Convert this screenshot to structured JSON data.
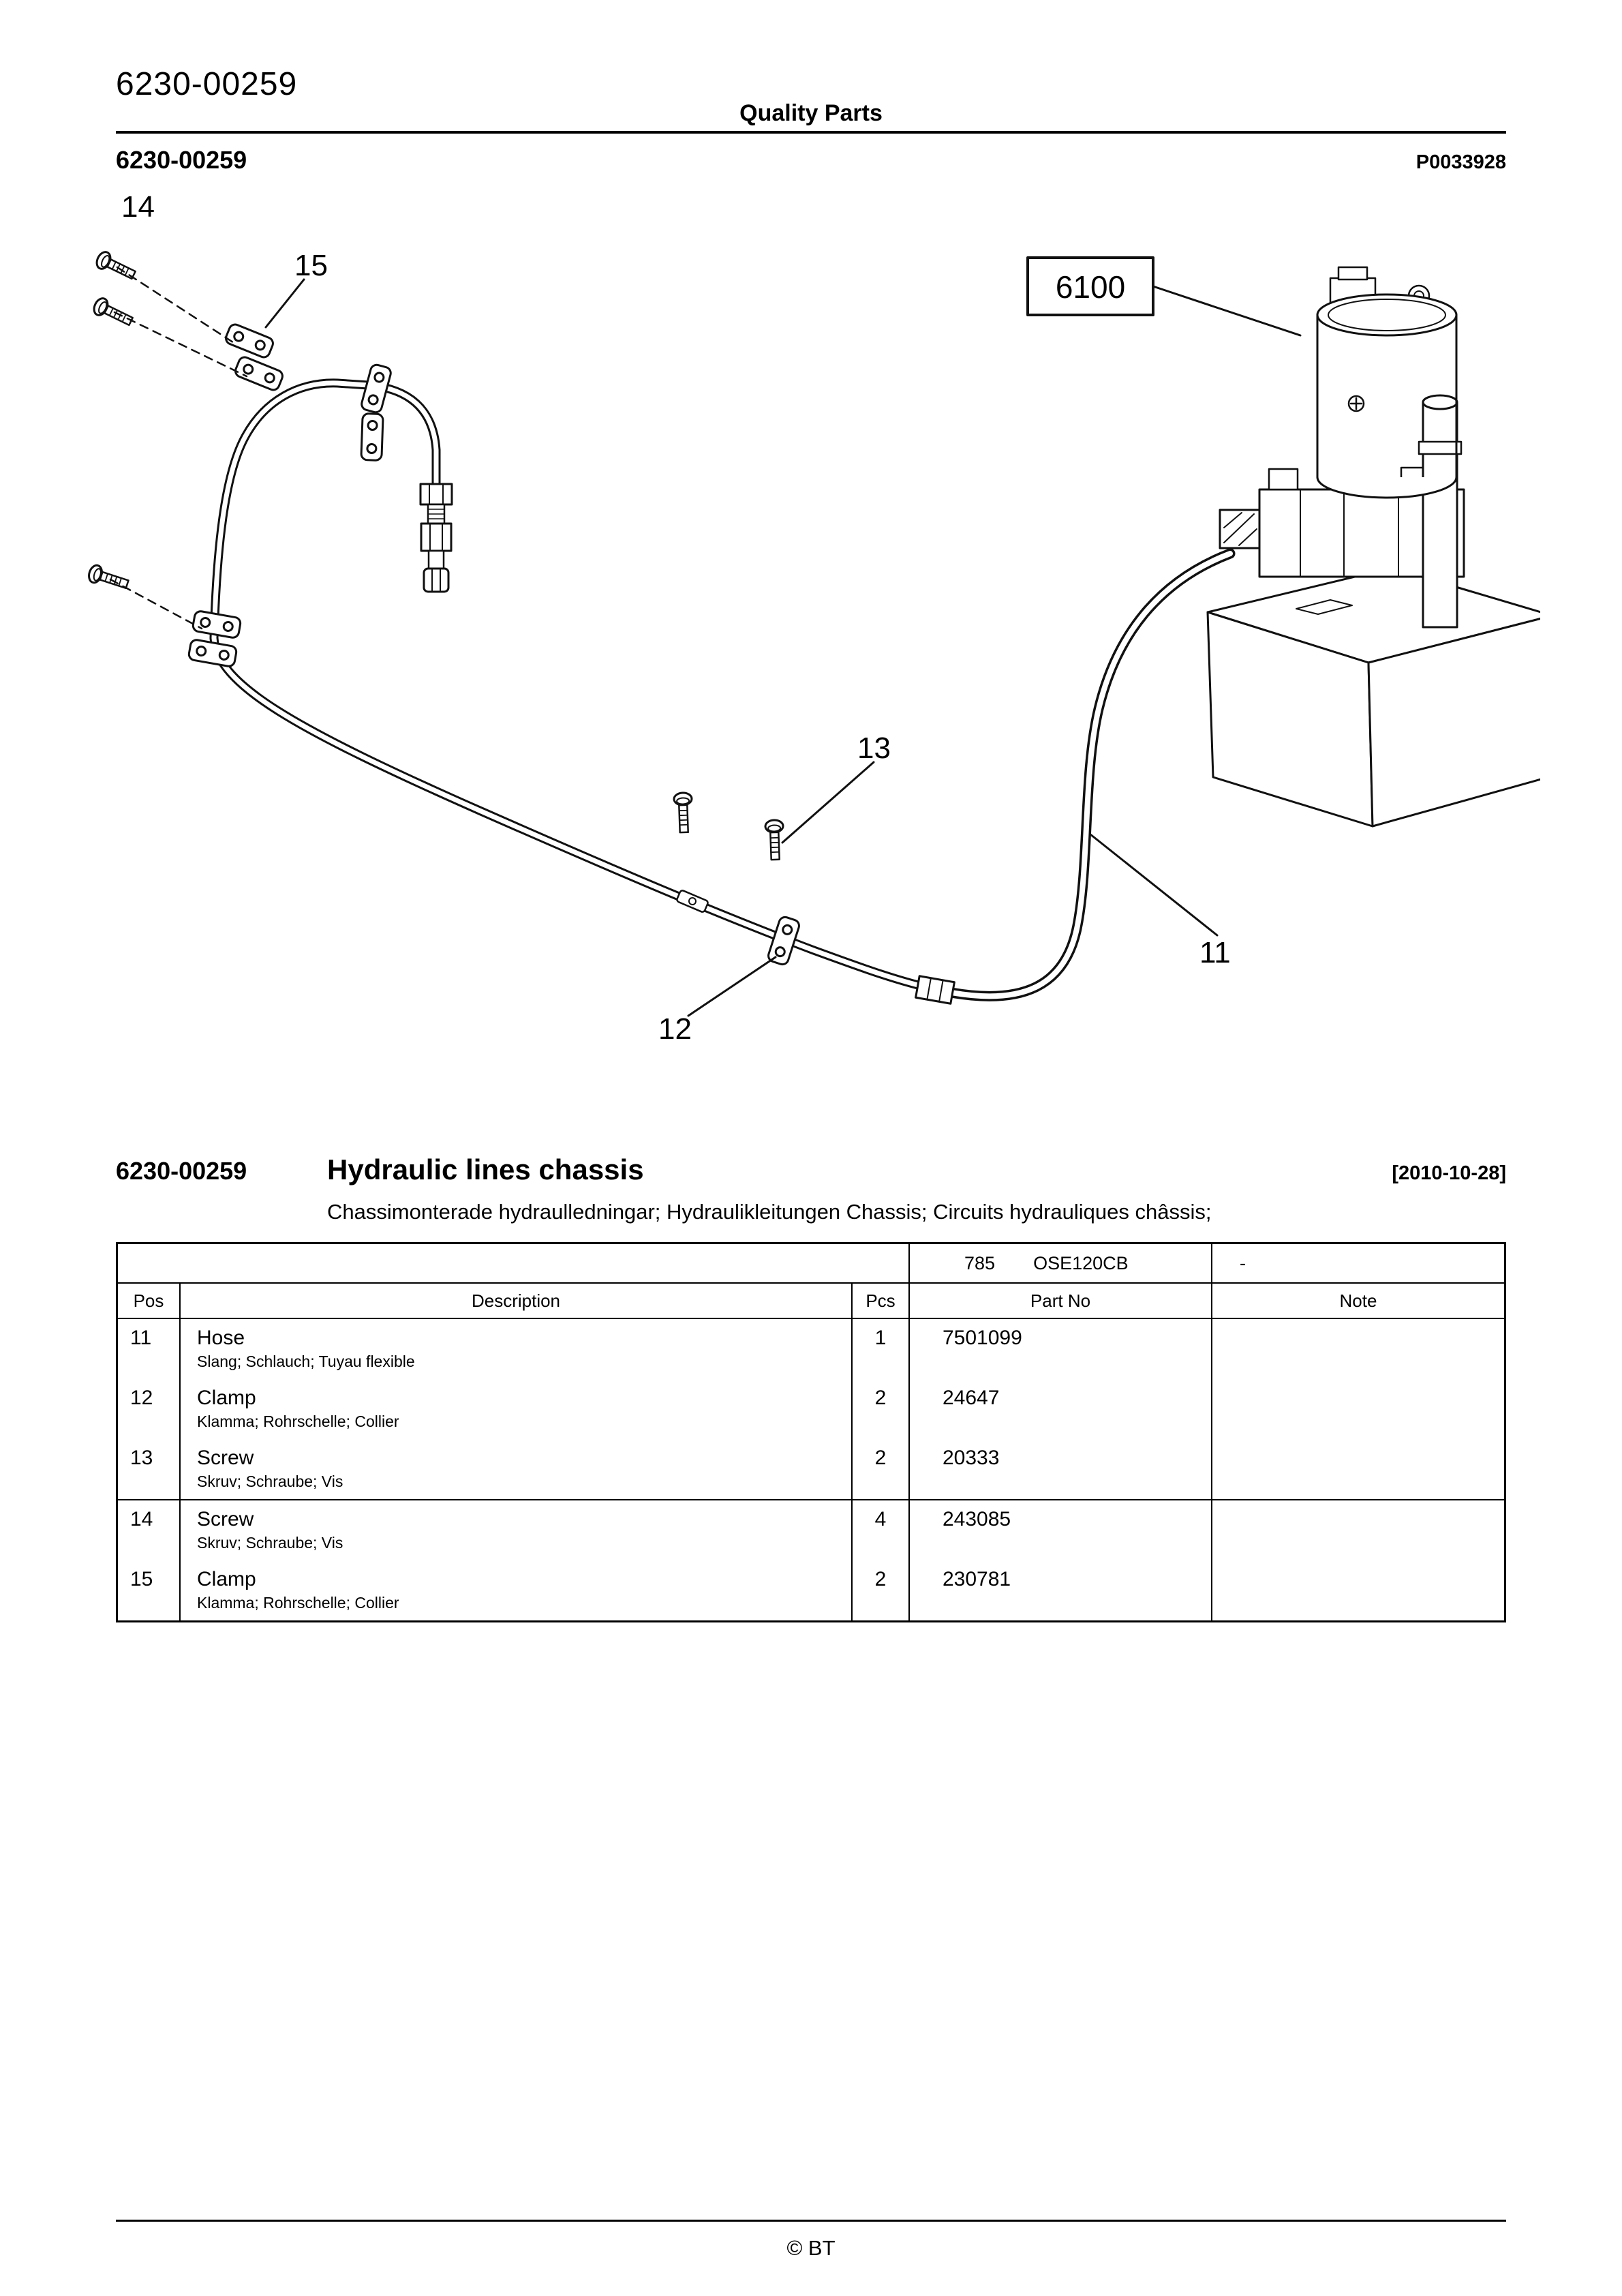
{
  "header": {
    "doc_number": "6230-00259",
    "center_title": "Quality Parts"
  },
  "figure": {
    "number": "6230-00259",
    "image_code": "P0033928"
  },
  "diagram": {
    "ref_box_label": "6100",
    "callouts": [
      {
        "label": "14"
      },
      {
        "label": "15"
      },
      {
        "label": "13"
      },
      {
        "label": "12"
      },
      {
        "label": "11"
      }
    ]
  },
  "section": {
    "number": "6230-00259",
    "title": "Hydraulic lines chassis",
    "date": "[2010-10-28]",
    "subtitle": "Chassimonterade hydraulledningar; Hydraulikleitungen Chassis; Circuits hydrauliques châssis;"
  },
  "table": {
    "model_header": {
      "serial": "785",
      "model": "OSE120CB",
      "range": "-"
    },
    "columns": {
      "pos": "Pos",
      "description": "Description",
      "pcs": "Pcs",
      "part_no": "Part No",
      "note": "Note"
    },
    "groups": [
      {
        "rows": [
          {
            "pos": "11",
            "description": "Hose",
            "sub": "Slang; Schlauch; Tuyau flexible",
            "pcs": "1",
            "part_no": "7501099",
            "note": ""
          },
          {
            "pos": "12",
            "description": "Clamp",
            "sub": "Klamma; Rohrschelle; Collier",
            "pcs": "2",
            "part_no": "24647",
            "note": ""
          },
          {
            "pos": "13",
            "description": "Screw",
            "sub": "Skruv; Schraube; Vis",
            "pcs": "2",
            "part_no": "20333",
            "note": ""
          }
        ]
      },
      {
        "rows": [
          {
            "pos": "14",
            "description": "Screw",
            "sub": "Skruv; Schraube; Vis",
            "pcs": "4",
            "part_no": "243085",
            "note": ""
          },
          {
            "pos": "15",
            "description": "Clamp",
            "sub": "Klamma; Rohrschelle; Collier",
            "pcs": "2",
            "part_no": "230781",
            "note": ""
          }
        ]
      }
    ]
  },
  "footer": {
    "copyright": "© BT"
  }
}
